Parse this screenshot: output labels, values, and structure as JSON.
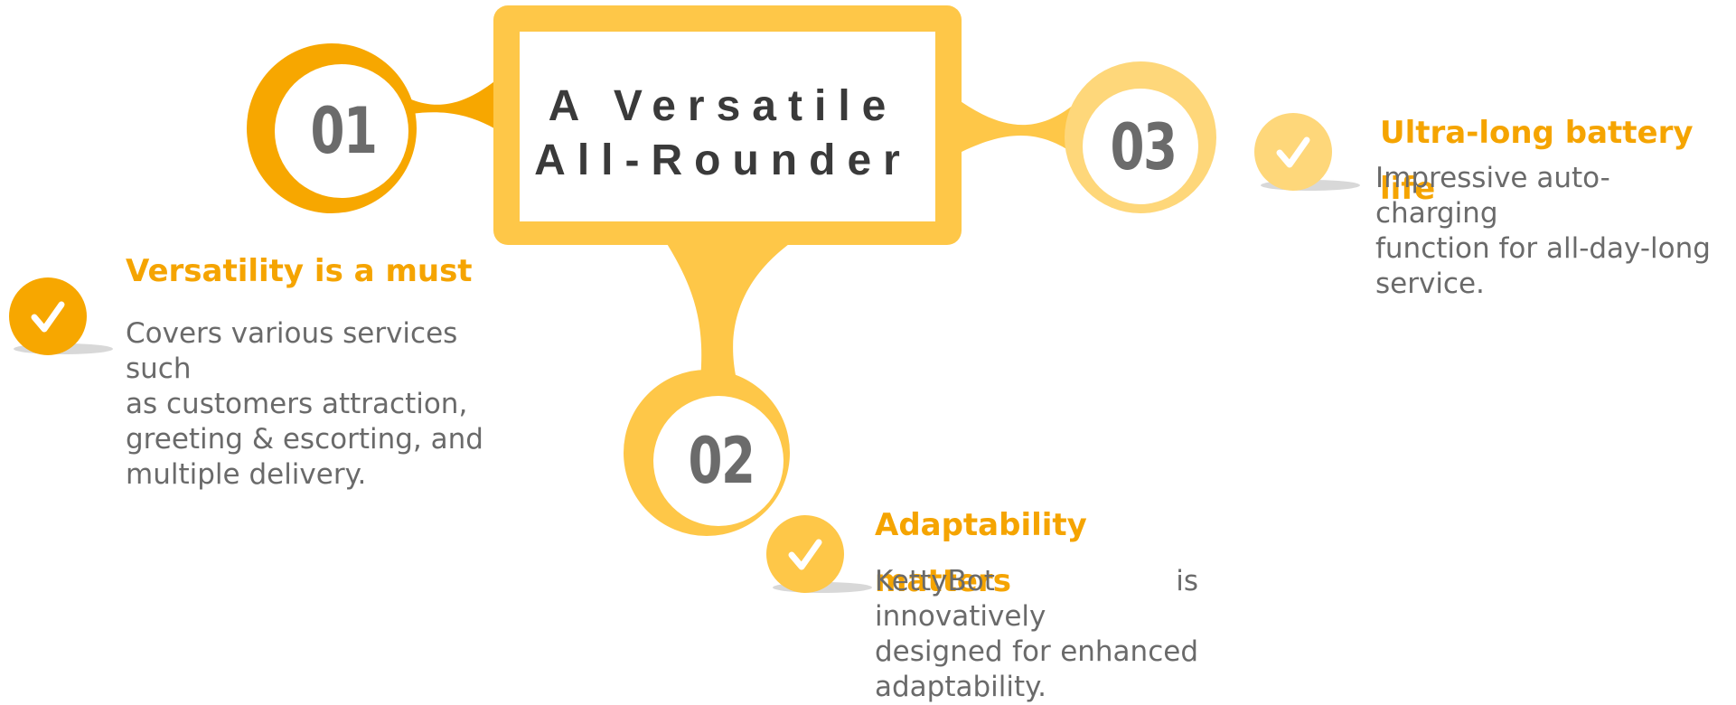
{
  "title": {
    "line1": "A Versatile",
    "line2": "All-Rounder"
  },
  "colors": {
    "primary_orange": "#f7a700",
    "light_yellow": "#fec748",
    "pale_yellow": "#fed77a",
    "heading_orange": "#f5a400",
    "number_gray": "#6b6b6b",
    "body_gray": "#6a6a6a",
    "title_dark": "#3a3a3a"
  },
  "nodes": [
    {
      "number": "01"
    },
    {
      "number": "02"
    },
    {
      "number": "03"
    }
  ],
  "features": [
    {
      "icon": "check-icon",
      "heading": "Versatility is a must",
      "body_lines": [
        "Covers various services such",
        "as customers attraction,",
        "greeting & escorting, and",
        "multiple delivery."
      ]
    },
    {
      "icon": "check-icon",
      "heading_lines": [
        "Adaptability",
        "matters"
      ],
      "body_lines": [
        "KettyBot is innovatively",
        "designed for enhanced",
        "adaptability."
      ]
    },
    {
      "icon": "check-icon",
      "heading_lines": [
        "Ultra-long battery",
        "life"
      ],
      "body_lines": [
        "Impressive auto-charging",
        "function for all-day-long",
        "service."
      ]
    }
  ]
}
